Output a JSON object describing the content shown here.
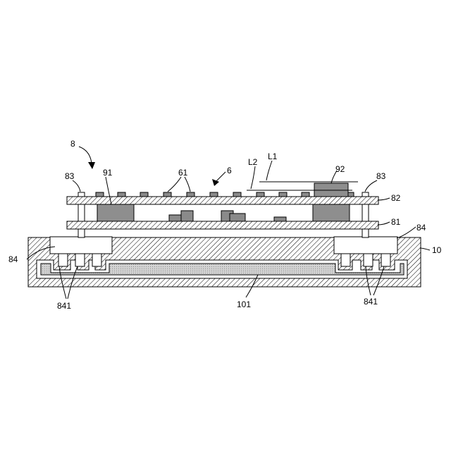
{
  "labels": {
    "l8": "8",
    "l83a": "83",
    "l91": "91",
    "l61": "61",
    "l6": "6",
    "l2": "L2",
    "l1": "L1",
    "l92": "92",
    "l83b": "83",
    "l82": "82",
    "l81": "81",
    "l84a": "84",
    "l84b": "84",
    "l10": "10",
    "l841a": "841",
    "l841b": "841",
    "l101": "101"
  }
}
